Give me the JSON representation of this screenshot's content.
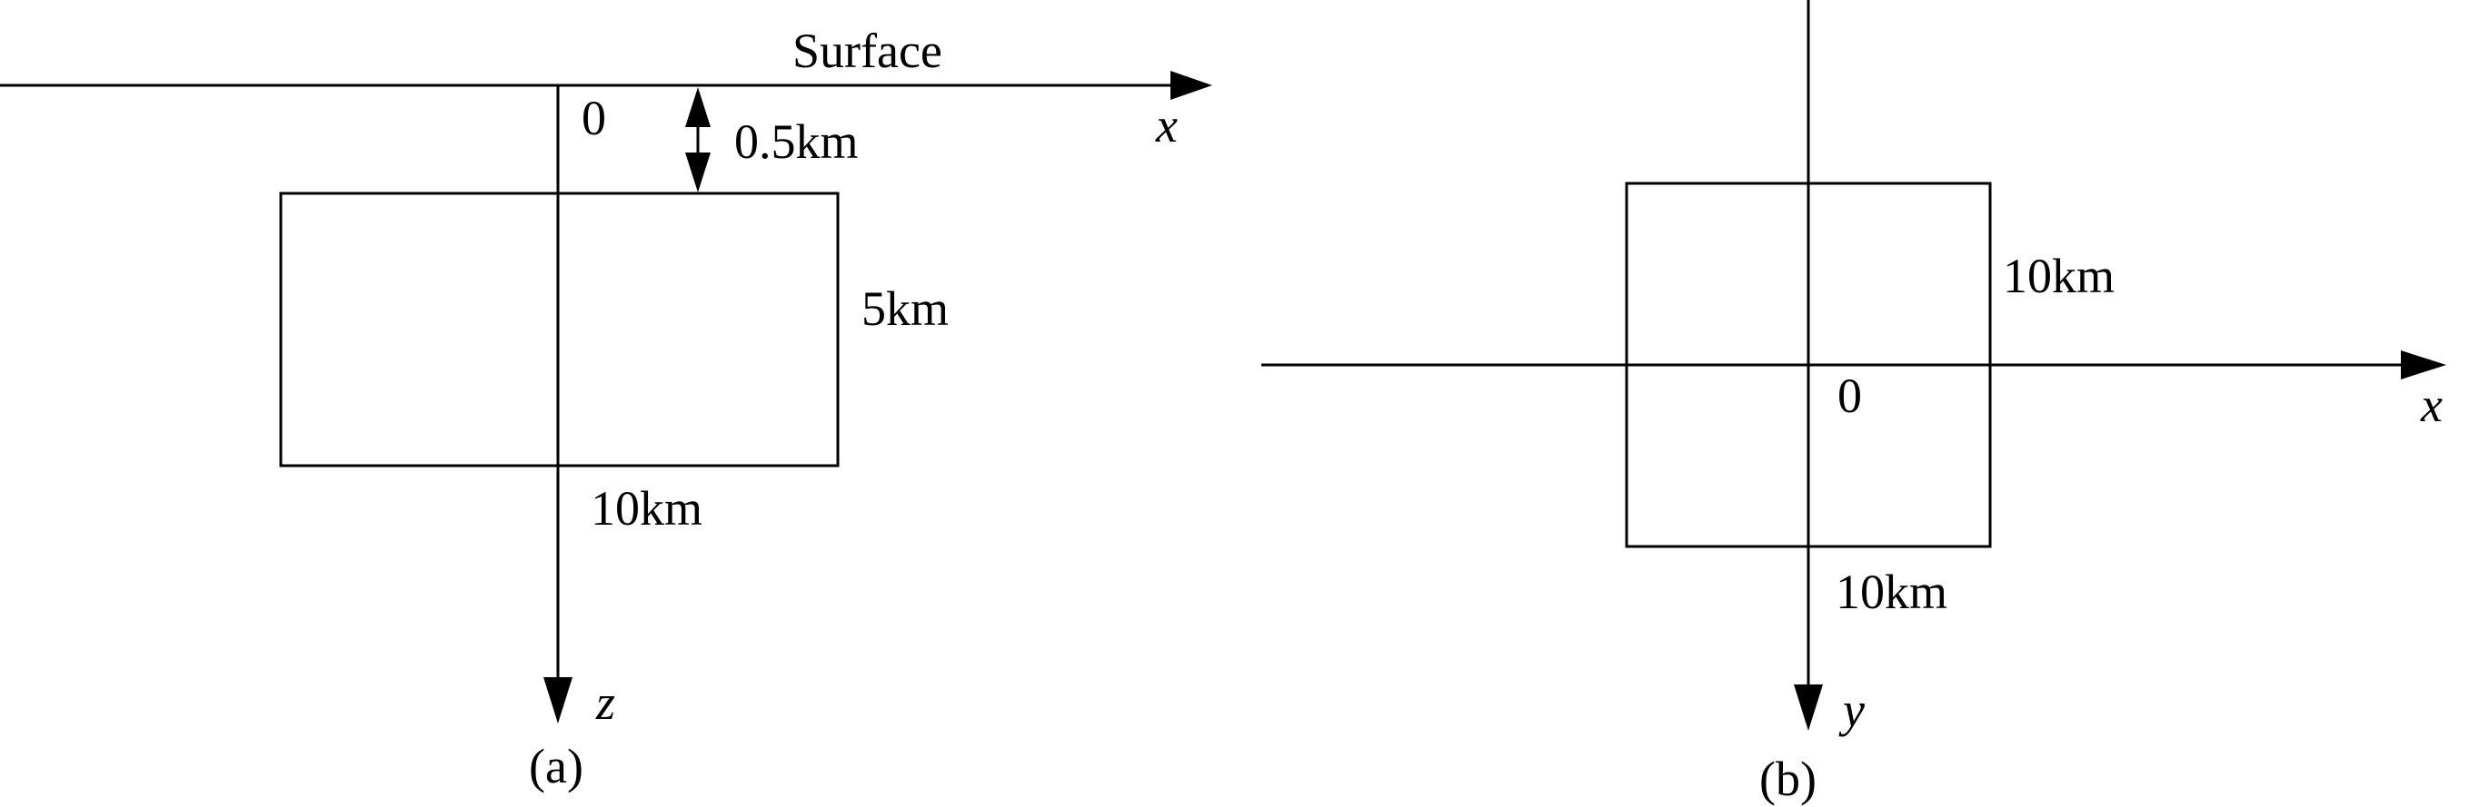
{
  "panel_a": {
    "surface_label": "Surface",
    "x_axis_label": "x",
    "z_axis_label": "z",
    "origin_label": "0",
    "depth_label": "0.5km",
    "height_label": "5km",
    "width_label": "10km",
    "caption": "(a)"
  },
  "panel_b": {
    "x_axis_label": "x",
    "y_axis_label": "y",
    "origin_label": "0",
    "side_label": "10km",
    "width_label": "10km",
    "caption": "(b)"
  }
}
